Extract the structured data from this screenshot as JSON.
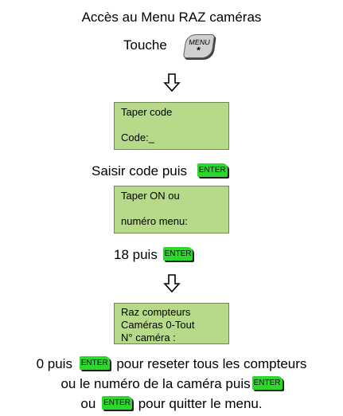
{
  "title": "Accès au Menu RAZ caméras",
  "touche_label": "Touche",
  "menu_key": {
    "line1": "MENU",
    "line2": "*"
  },
  "screen1": {
    "line1": "Taper code",
    "line2": "Code:_"
  },
  "step1": {
    "text": "Saisir code puis",
    "key": "ENTER"
  },
  "screen2": {
    "line1": "Taper ON ou",
    "line2": "numéro menu:"
  },
  "step2": {
    "text": "18 puis",
    "key": "ENTER"
  },
  "screen3": {
    "line1": "Raz compteurs",
    "line2": "Caméras 0-Tout",
    "line3": "N° caméra :"
  },
  "instructions": {
    "line1_pre": "0 puis",
    "line1_key": "ENTER",
    "line1_post": "pour reseter tous les compteurs",
    "line2_pre": "ou le numéro de la caméra puis",
    "line2_key": "ENTER",
    "line3_pre": "ou",
    "line3_key": "ENTER",
    "line3_post": "pour quitter le menu."
  },
  "colors": {
    "lcd": "#b6d98a",
    "enter_key": "#2bd82b",
    "menu_key": "#d0d0d0"
  },
  "icons": {
    "down_arrow": "down-arrow-icon",
    "menu_key": "menu-key-icon",
    "enter_key": "enter-key-icon"
  }
}
